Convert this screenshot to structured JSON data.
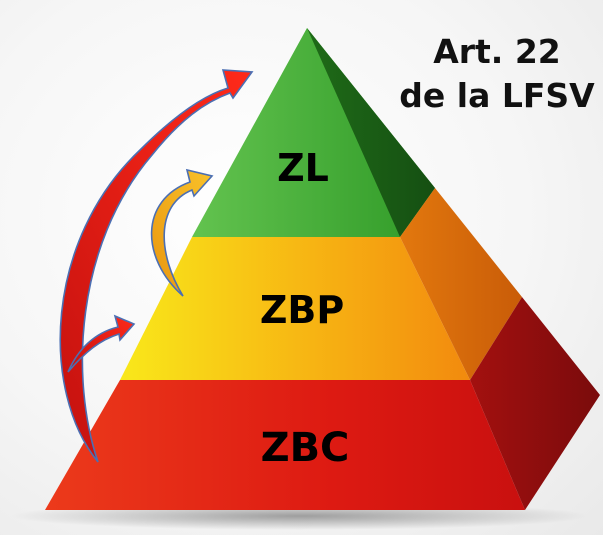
{
  "caption": {
    "line1": "Art. 22",
    "line2": "de la LFSV"
  },
  "levels": [
    {
      "label": "ZL",
      "color": "#2e9e2a"
    },
    {
      "label": "ZBP",
      "color": "#f6a10f"
    },
    {
      "label": "ZBC",
      "color": "#e01b14"
    }
  ],
  "arrows": [
    {
      "from": "ZBC",
      "to": "ZL",
      "color": "#e31d17"
    },
    {
      "from": "ZBP",
      "to": "ZL",
      "color": "#f2a91c"
    },
    {
      "from": "ZBC",
      "to": "ZBP",
      "color": "#e31d17"
    }
  ]
}
